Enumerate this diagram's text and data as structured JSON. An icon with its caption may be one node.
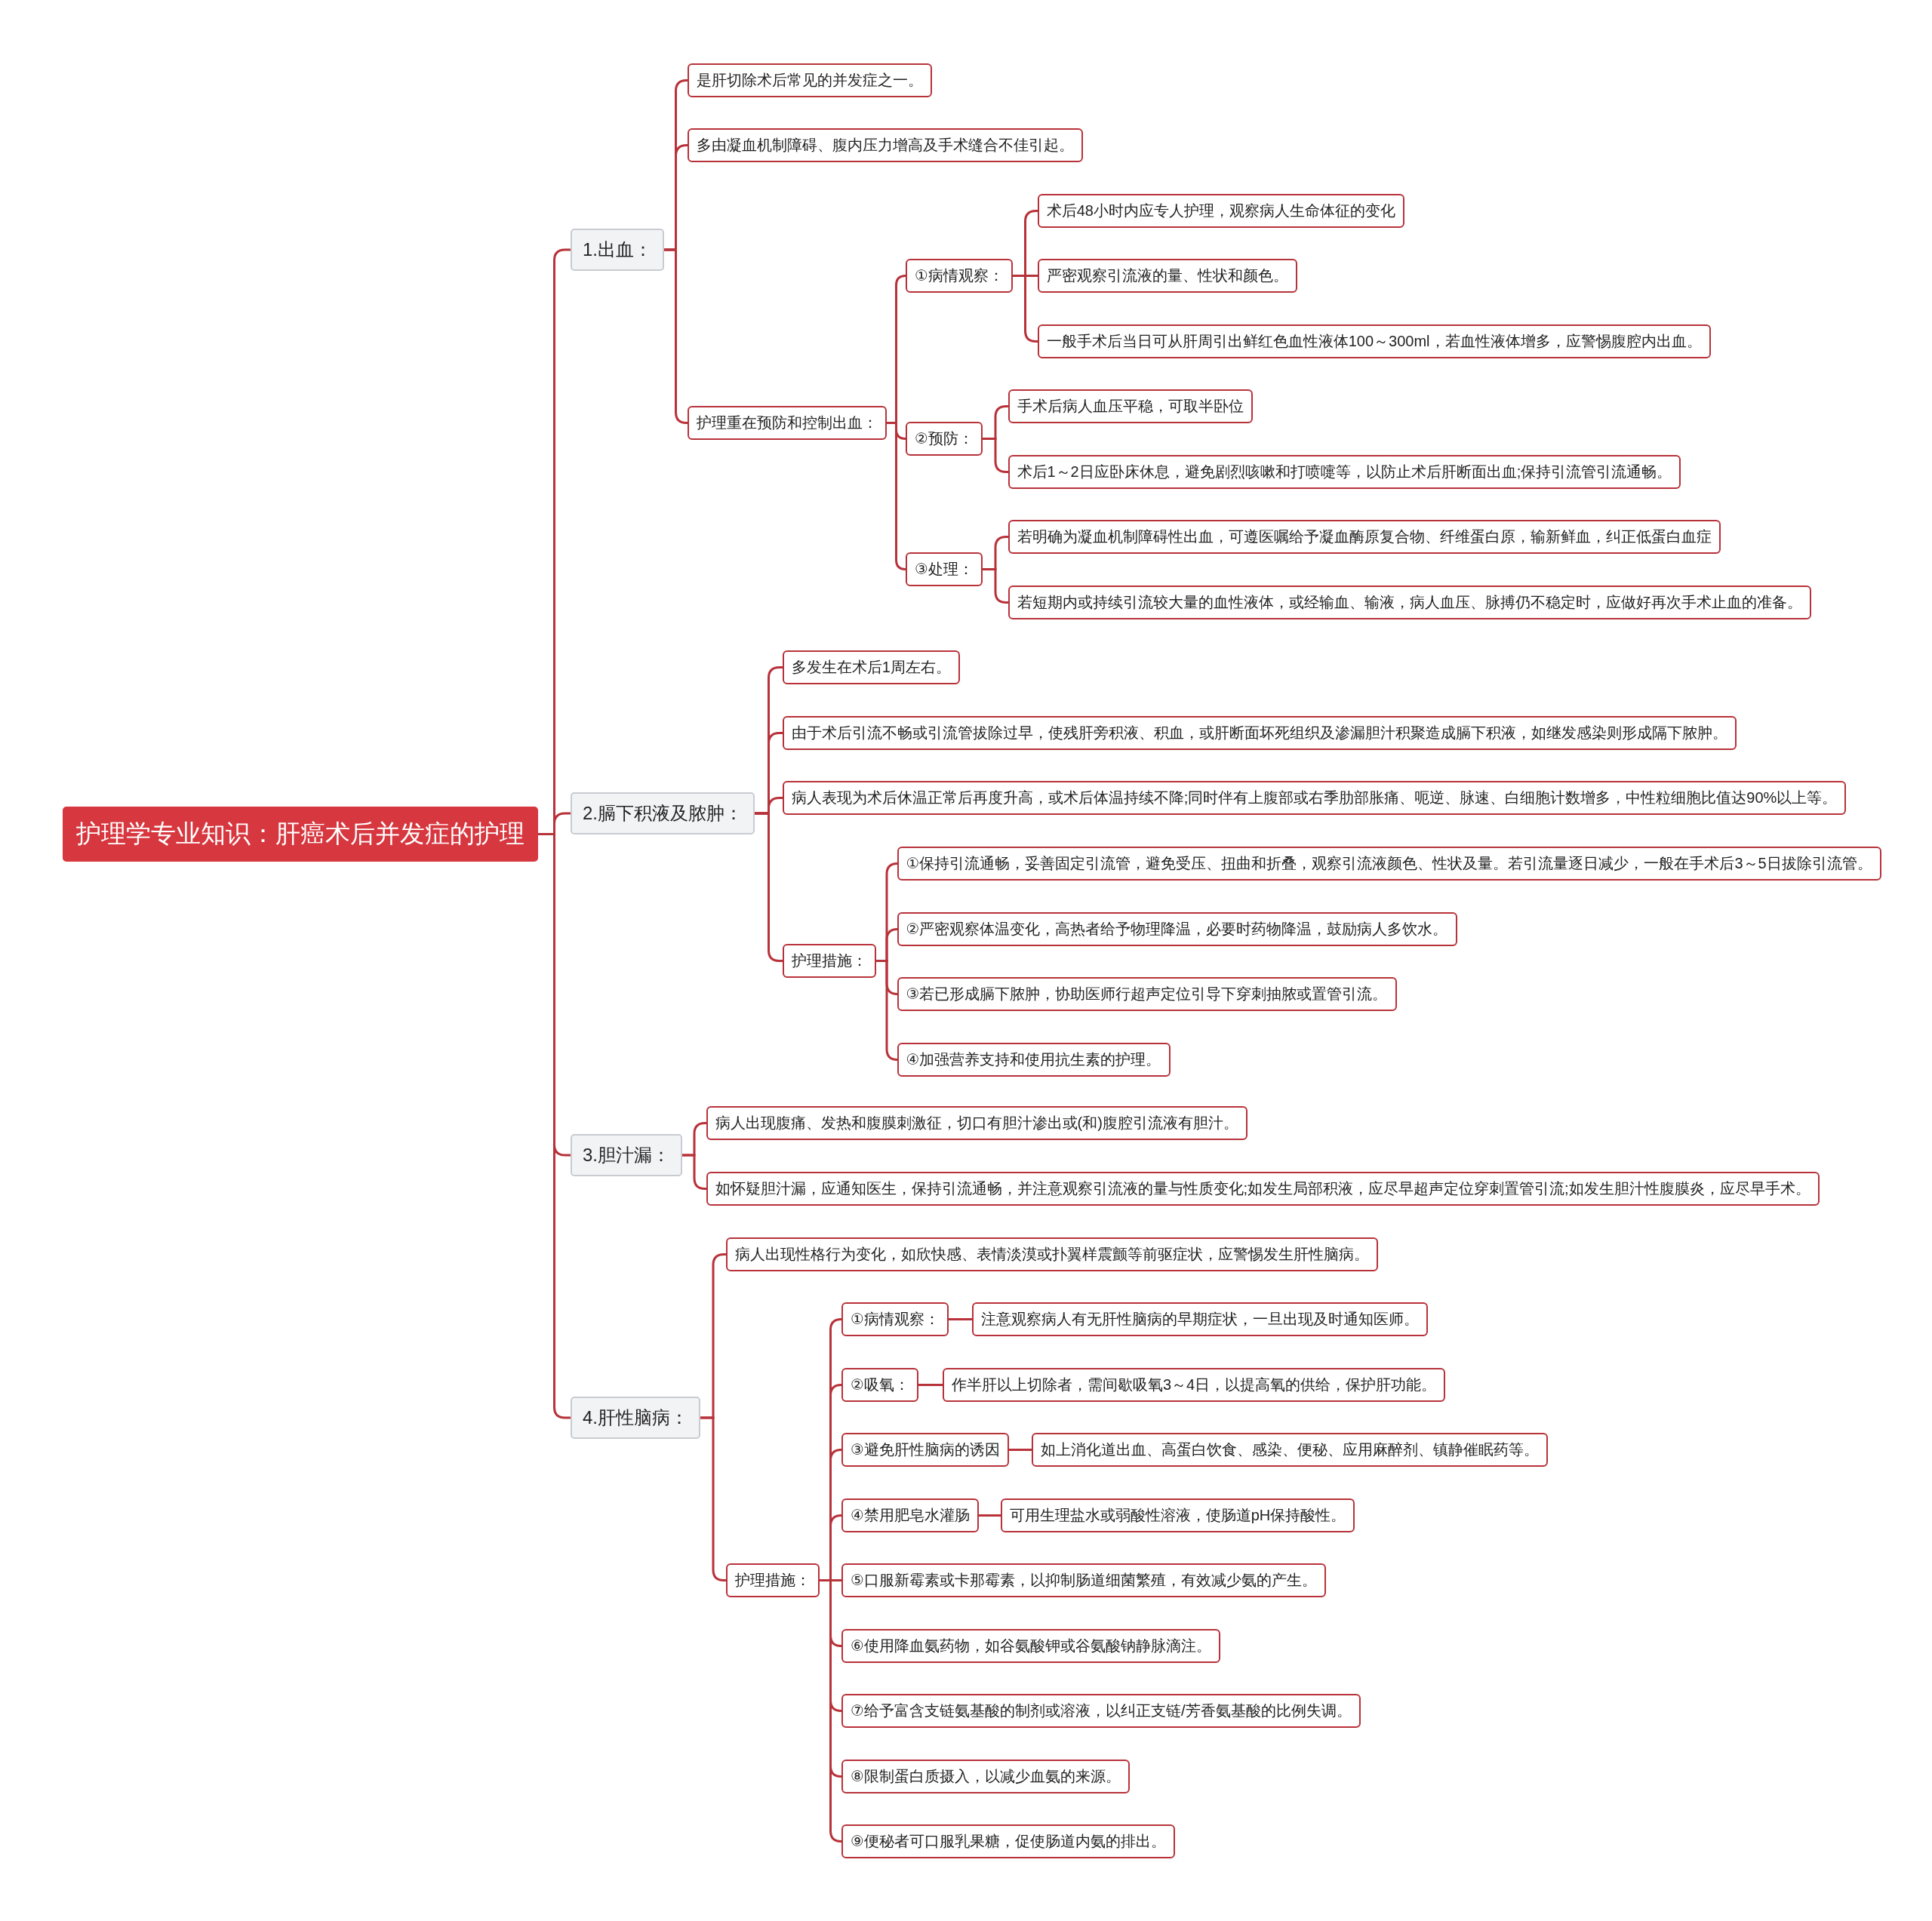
{
  "diagram": {
    "nodes": [
      {
        "text": [
          "护理学专业知识：肝癌术后并发症的护理"
        ]
      },
      {
        "text": [
          "1.出血："
        ]
      },
      {
        "text": [
          "是肝切除术后常见的并发症之一。"
        ]
      },
      {
        "text": [
          "多由凝血机制障碍、腹内压力增高及手术缝合不佳引起。"
        ]
      },
      {
        "text": [
          "护理重在预防和控制出血："
        ]
      },
      {
        "text": [
          "①病情观察："
        ]
      },
      {
        "text": [
          "术后48小时内应专人护理，观察病人生命体征的变化"
        ]
      },
      {
        "text": [
          "严密观察引流液的量、性状和颜色。"
        ]
      },
      {
        "text": [
          "一般手术后当日可从肝周引出鲜红色血性液体100～300ml，若血性液体增多，应警惕腹腔内出血。"
        ]
      },
      {
        "text": [
          "②预防："
        ]
      },
      {
        "text": [
          "手术后病人血压平稳，可取半卧位"
        ]
      },
      {
        "text": [
          "术后1～2日应卧床休息，避免剧烈咳嗽和打喷嚏等，以防止术后肝断面出血;保持引流管引流通畅。"
        ]
      },
      {
        "text": [
          "③处理："
        ]
      },
      {
        "text": [
          "若明确为凝血机制障碍性出血，可遵医嘱给予凝血酶原复合物、纤维蛋白原，输新鲜血，纠正低蛋白血症"
        ]
      },
      {
        "text": [
          "若短期内或持续引流较大量的血性液体，或经输血、输液，病人血压、脉搏仍不稳定时，应做好再次手术止血的准备。"
        ]
      },
      {
        "text": [
          "2.膈下积液及脓肿："
        ]
      },
      {
        "text": [
          "多发生在术后1周左右。"
        ]
      },
      {
        "text": [
          "由于术后引流不畅或引流管拔除过早，使残肝旁积液、积血，或肝断面坏死组织及渗漏胆汁积聚造成膈下积液，如继发感染则形成隔下脓肿。"
        ]
      },
      {
        "text": [
          "病人表现为术后休温正常后再度升高，或术后体温持续不降;同时伴有上腹部或右季肋部胀痛、呃逆、脉速、白细胞计数增多，中性粒细胞比值达90%以上等。"
        ]
      },
      {
        "text": [
          "护理措施："
        ]
      },
      {
        "text": [
          "①保持引流通畅，妥善固定引流管，避免受压、扭曲和折叠，观察引流液颜色、性状及量。若引流量逐日减少，一般在手术后3～5日拔除引流管。"
        ]
      },
      {
        "text": [
          "②严密观察体温变化，高热者给予物理降温，必要时药物降温，鼓励病人多饮水。"
        ]
      },
      {
        "text": [
          "③若已形成膈下脓肿，协助医师行超声定位引导下穿刺抽脓或置管引流。"
        ]
      },
      {
        "text": [
          "④加强营养支持和使用抗生素的护理。"
        ]
      },
      {
        "text": [
          "3.胆汁漏："
        ]
      },
      {
        "text": [
          "病人出现腹痛、发热和腹膜刺激征，切口有胆汁渗出或(和)腹腔引流液有胆汁。"
        ]
      },
      {
        "text": [
          "如怀疑胆汁漏，应通知医生，保持引流通畅，并注意观察引流液的量与性质变化;如发生局部积液，应尽早超声定位穿刺置管引流;如发生胆汁性腹膜炎，应尽早手术。"
        ]
      },
      {
        "text": [
          "4.肝性脑病："
        ]
      },
      {
        "text": [
          "病人出现性格行为变化，如欣快感、表情淡漠或扑翼样震颤等前驱症状，应警惕发生肝性脑病。"
        ]
      },
      {
        "text": [
          "护理措施："
        ]
      },
      {
        "text": [
          "①病情观察："
        ]
      },
      {
        "text": [
          "注意观察病人有无肝性脑病的早期症状，一旦出现及时通知医师。"
        ]
      },
      {
        "text": [
          "②吸氧："
        ]
      },
      {
        "text": [
          "作半肝以上切除者，需间歇吸氧3～4日，以提高氧的供给，保护肝功能。"
        ]
      },
      {
        "text": [
          "③避免肝性脑病的诱因"
        ]
      },
      {
        "text": [
          "如上消化道出血、高蛋白饮食、感染、便秘、应用麻醉剂、镇静催眠药等。"
        ]
      },
      {
        "text": [
          "④禁用肥皂水灌肠"
        ]
      },
      {
        "text": [
          "可用生理盐水或弱酸性溶液，使肠道pH保持酸性。"
        ]
      },
      {
        "text": [
          "⑤口服新霉素或卡那霉素，以抑制肠道细菌繁殖，有效减少氨的产生。"
        ]
      },
      {
        "text": [
          "⑥使用降血氨药物，如谷氨酸钾或谷氨酸钠静脉滴注。"
        ]
      },
      {
        "text": [
          "⑦给予富含支链氨基酸的制剂或溶液，以纠正支链/芳香氨基酸的比例失调。"
        ]
      },
      {
        "text": [
          "⑧限制蛋白质摄入，以减少血氨的来源。"
        ]
      },
      {
        "text": [
          "⑨便秘者可口服乳果糖，促使肠道内氨的排出。"
        ]
      }
    ],
    "edges": [
      {
        "from": 0,
        "to": 1,
        "arrow": "none"
      },
      {
        "from": 1,
        "to": 2,
        "arrow": "none"
      },
      {
        "from": 1,
        "to": 3,
        "arrow": "none"
      },
      {
        "from": 1,
        "to": 4,
        "arrow": "none"
      },
      {
        "from": 4,
        "to": 5,
        "arrow": "none"
      },
      {
        "from": 5,
        "to": 6,
        "arrow": "none"
      },
      {
        "from": 5,
        "to": 7,
        "arrow": "none"
      },
      {
        "from": 5,
        "to": 8,
        "arrow": "none"
      },
      {
        "from": 4,
        "to": 9,
        "arrow": "none"
      },
      {
        "from": 9,
        "to": 10,
        "arrow": "none"
      },
      {
        "from": 9,
        "to": 11,
        "arrow": "none"
      },
      {
        "from": 4,
        "to": 12,
        "arrow": "none"
      },
      {
        "from": 12,
        "to": 13,
        "arrow": "none"
      },
      {
        "from": 12,
        "to": 14,
        "arrow": "none"
      },
      {
        "from": 0,
        "to": 15,
        "arrow": "none"
      },
      {
        "from": 15,
        "to": 16,
        "arrow": "none"
      },
      {
        "from": 15,
        "to": 17,
        "arrow": "none"
      },
      {
        "from": 15,
        "to": 18,
        "arrow": "none"
      },
      {
        "from": 15,
        "to": 19,
        "arrow": "none"
      },
      {
        "from": 19,
        "to": 20,
        "arrow": "none"
      },
      {
        "from": 19,
        "to": 21,
        "arrow": "none"
      },
      {
        "from": 19,
        "to": 22,
        "arrow": "none"
      },
      {
        "from": 19,
        "to": 23,
        "arrow": "none"
      },
      {
        "from": 0,
        "to": 24,
        "arrow": "none"
      },
      {
        "from": 24,
        "to": 25,
        "arrow": "none"
      },
      {
        "from": 24,
        "to": 26,
        "arrow": "none"
      },
      {
        "from": 0,
        "to": 27,
        "arrow": "none"
      },
      {
        "from": 27,
        "to": 28,
        "arrow": "none"
      },
      {
        "from": 27,
        "to": 29,
        "arrow": "none"
      },
      {
        "from": 29,
        "to": 30,
        "arrow": "none"
      },
      {
        "from": 30,
        "to": 31,
        "arrow": "none"
      },
      {
        "from": 29,
        "to": 32,
        "arrow": "none"
      },
      {
        "from": 32,
        "to": 33,
        "arrow": "none"
      },
      {
        "from": 29,
        "to": 34,
        "arrow": "none"
      },
      {
        "from": 34,
        "to": 35,
        "arrow": "none"
      },
      {
        "from": 29,
        "to": 36,
        "arrow": "none"
      },
      {
        "from": 36,
        "to": 37,
        "arrow": "none"
      },
      {
        "from": 29,
        "to": 38,
        "arrow": "none"
      },
      {
        "from": 29,
        "to": 39,
        "arrow": "none"
      },
      {
        "from": 29,
        "to": 40,
        "arrow": "none"
      },
      {
        "from": 29,
        "to": 41,
        "arrow": "none"
      },
      {
        "from": 29,
        "to": 42,
        "arrow": "none"
      }
    ]
  }
}
